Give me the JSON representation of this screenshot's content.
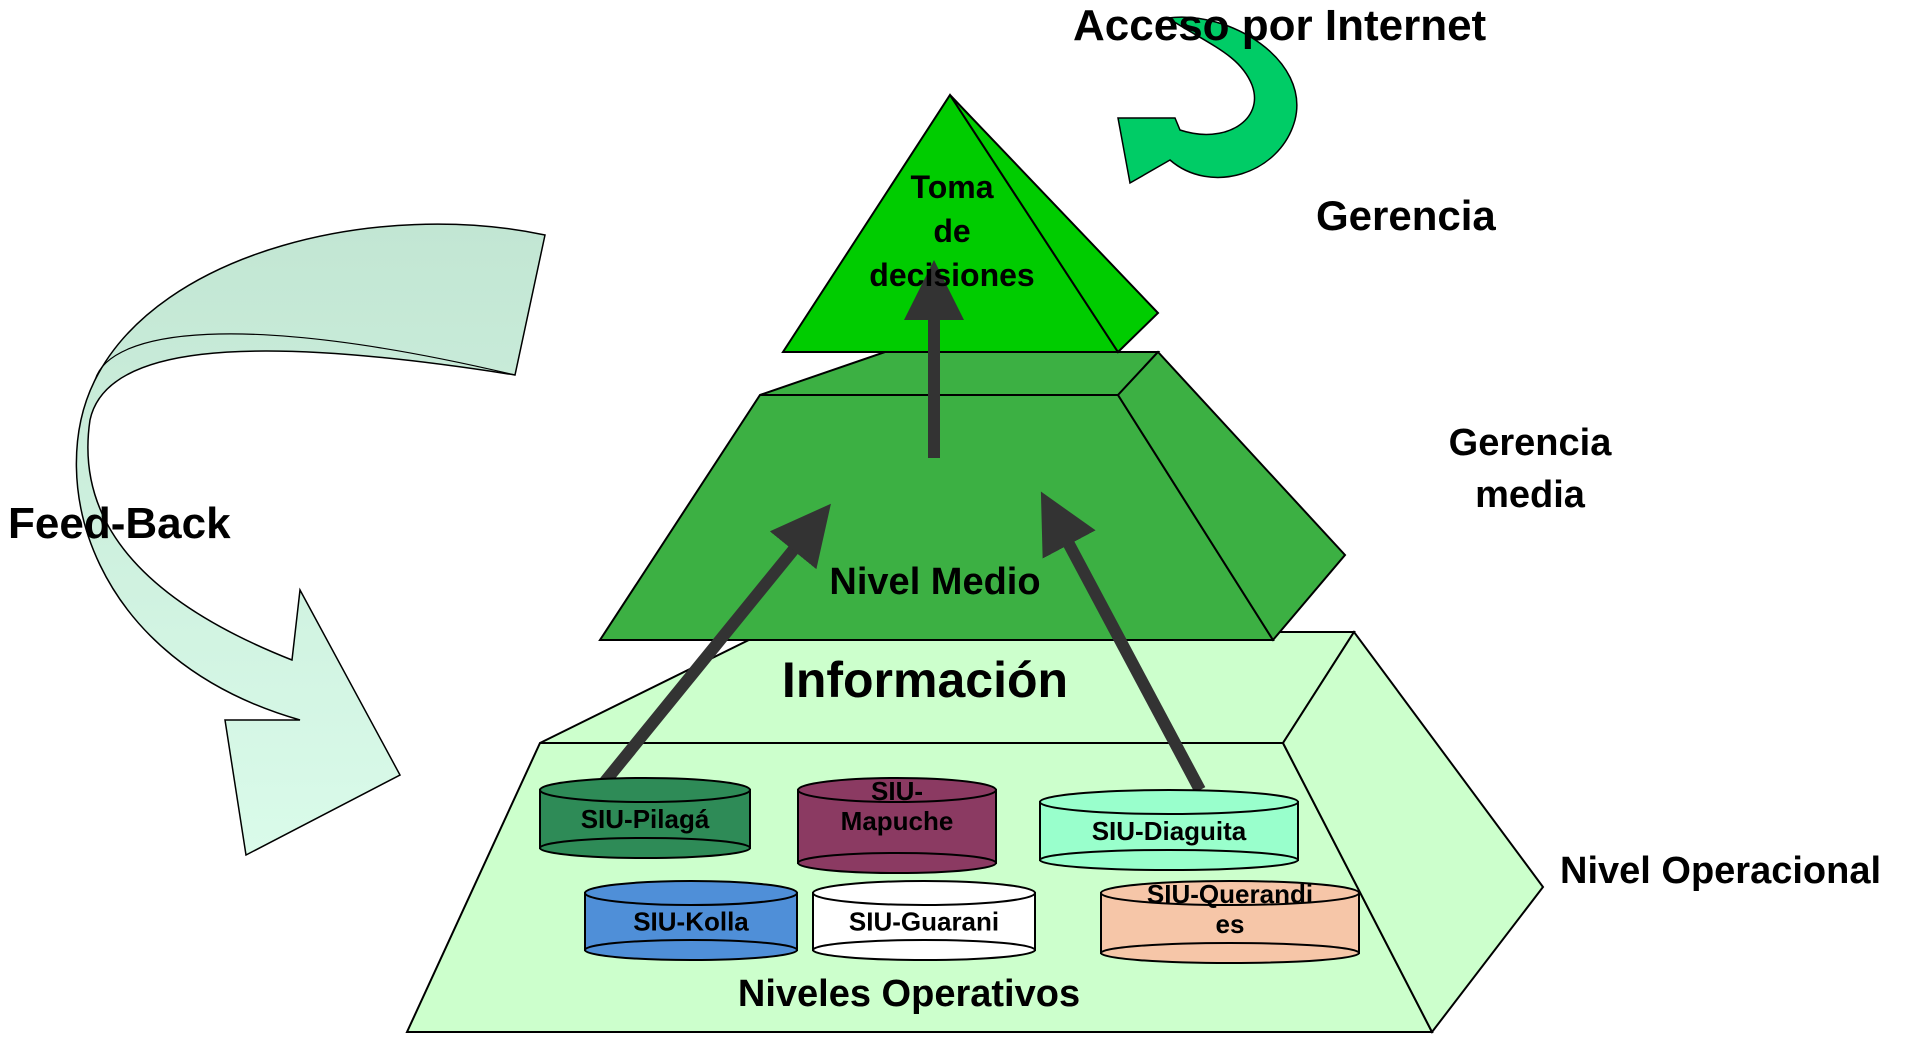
{
  "labels": {
    "internet": "Acceso por Internet",
    "gerencia": "Gerencia",
    "gerencia_media_1": "Gerencia",
    "gerencia_media_2": "media",
    "nivel_operacional": "Nivel Operacional",
    "feedback": "Feed-Back",
    "toma_1": "Toma",
    "toma_2": "de",
    "toma_3": "decisiones",
    "nivel_medio": "Nivel Medio",
    "informacion": "Información",
    "niveles_operativos": "Niveles  Operativos"
  },
  "systems": [
    {
      "label": "SIU-Pilagá",
      "color": "#2e8b57",
      "textColor": "#ffffff"
    },
    {
      "label": "SIU-\nMapuche",
      "color": "#8b3a62",
      "textColor": "#ffffff"
    },
    {
      "label": "SIU-Diaguita",
      "color": "#99ffcc",
      "textColor": "#000000"
    },
    {
      "label": "SIU-Kolla",
      "color": "#4f8fd8",
      "textColor": "#000000"
    },
    {
      "label": "SIU-Guarani",
      "color": "#ffffff",
      "textColor": "#000000"
    },
    {
      "label": "SIU-Querandi\nes",
      "color": "#f6c6a8",
      "textColor": "#000000"
    }
  ],
  "colors": {
    "top_tier": "#00cc00",
    "middle_tier": "#3cb043",
    "bottom_tier": "#ccffcc",
    "internet_arrow": "#00cc66",
    "feedback_arrow_top": "#c8e8d8",
    "feedback_arrow_bottom": "#dafbea",
    "flow_arrows": "#333333"
  }
}
